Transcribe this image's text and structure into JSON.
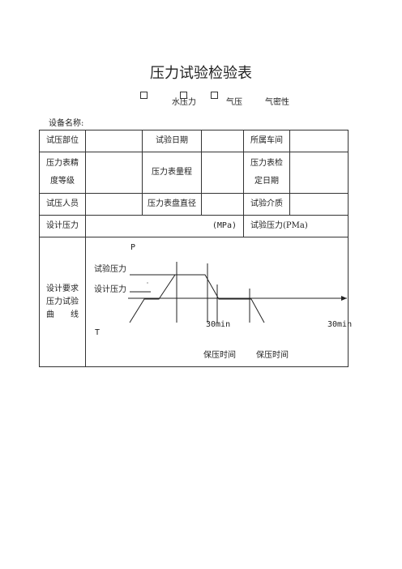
{
  "title": "压力试验检验表",
  "test_types": {
    "water": "水压力",
    "gas": "气压",
    "tightness": "气密性"
  },
  "equipment_label": "设备名称:",
  "table": {
    "row1": {
      "part": "试压部位",
      "date": "试验日期",
      "workshop": "所属车间"
    },
    "row2": {
      "gauge_precision": [
        "压力表精",
        "度等级"
      ],
      "gauge_range": "压力表量程",
      "gauge_check": [
        "压力表检",
        "定日期"
      ]
    },
    "row3": {
      "person": "试压人员",
      "dial": "压力表盘直径",
      "medium": "试验介质"
    },
    "row4": {
      "design_pressure": "设计压力",
      "mpa_unit": "(MPa)",
      "test_pressure": "试验压力(PMa)"
    },
    "row5": {
      "left_lines": [
        "设计要求",
        "压力试验",
        "曲　　线"
      ],
      "axis_p": "P",
      "axis_t": "T",
      "test_pressure_label": "试验压力",
      "design_pressure_label": "设计压力",
      "time1": "30min",
      "time2": "30min",
      "hold1": "保压时间",
      "hold2": "保压时间"
    }
  }
}
